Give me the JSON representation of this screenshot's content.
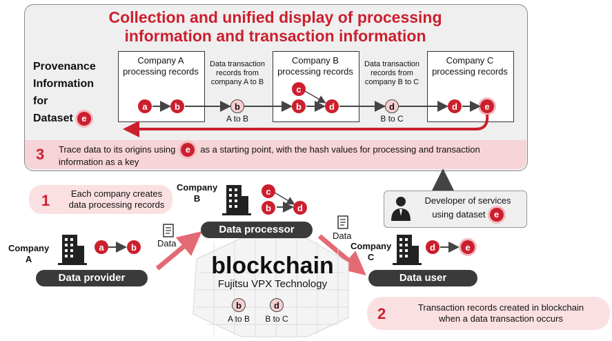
{
  "title": {
    "line1": "Collection and unified display of processing",
    "line2": "information and transaction information"
  },
  "provenance": {
    "line1": "Provenance",
    "line2": "Information",
    "line3": "for",
    "line4": "Dataset",
    "circle": "e"
  },
  "company_a_box": {
    "title_line1": "Company A",
    "title_line2": "processing records",
    "from": "a",
    "to": "b"
  },
  "tx_ab": {
    "line1": "Data transaction",
    "line2": "records from",
    "line3": "company A to B",
    "circle": "b",
    "label": "A to B"
  },
  "company_b_box": {
    "title_line1": "Company B",
    "title_line2": "processing records",
    "c1": "c",
    "from": "b",
    "to": "d"
  },
  "tx_bc": {
    "line1": "Data transaction",
    "line2": "records from",
    "line3": "company B to C",
    "circle": "d",
    "label": "B to C"
  },
  "company_c_box": {
    "title_line1": "Company C",
    "title_line2": "processing records",
    "from": "d",
    "to": "e"
  },
  "step3": {
    "num": "3",
    "text_before": "Trace data to its origins using",
    "circle": "e",
    "text_after": "as a starting point, with the hash values for processing and transaction",
    "line2": "information as a key"
  },
  "step1": {
    "num": "1",
    "line1": "Each company creates",
    "line2": "data processing records"
  },
  "step2": {
    "num": "2",
    "line1": "Transaction records created in blockchain",
    "line2": "when  a data transaction occurs"
  },
  "company_a": {
    "label_line1": "Company",
    "label_line2": "A",
    "role": "Data provider",
    "from": "a",
    "to": "b"
  },
  "company_b": {
    "label_line1": "Company",
    "label_line2": "B",
    "role": "Data processor",
    "c": "c",
    "b": "b",
    "d": "d"
  },
  "company_c": {
    "label_line1": "Company",
    "label_line2": "C",
    "role": "Data user",
    "from": "d",
    "to": "e"
  },
  "data_label_left": "Data",
  "data_label_right": "Data",
  "developer": {
    "line1": "Developer of services",
    "line2": "using dataset",
    "circle": "e"
  },
  "blockchain": {
    "title": "blockchain",
    "subtitle": "Fujitsu VPX Technology",
    "b": "b",
    "b_label": "A to B",
    "d": "d",
    "d_label": "B to C"
  },
  "colors": {
    "accent": "#cc1f2e",
    "pink_bg": "#fbe0e2",
    "dark_pill": "#3a3a3a",
    "panel_bg": "#efefef"
  }
}
